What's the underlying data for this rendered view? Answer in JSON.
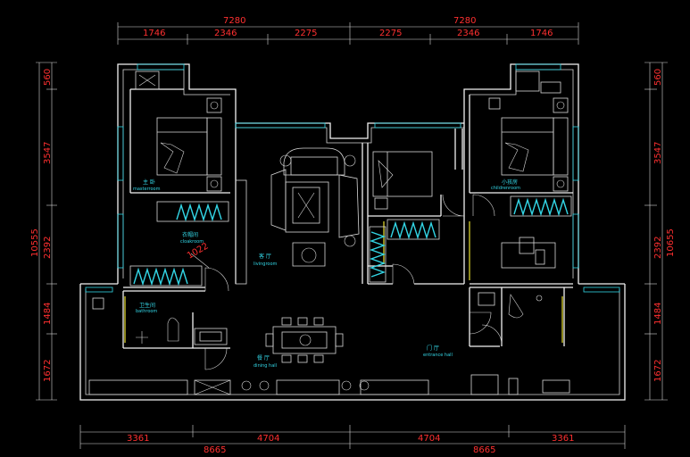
{
  "dimensions": {
    "top_total_left": "7280",
    "top_total_right": "7280",
    "top_segments": [
      "1746",
      "2346",
      "2275",
      "2275",
      "2346",
      "1746"
    ],
    "bottom_total_left": "8665",
    "bottom_total_right": "8665",
    "bottom_segments": [
      "3361",
      "4704",
      "4704",
      "3361"
    ],
    "left_total": "10555",
    "right_total": "10655",
    "left_segments": [
      "560",
      "3547",
      "2392",
      "1484",
      "1672"
    ],
    "right_segments": [
      "560",
      "3547",
      "2392",
      "1484",
      "1672"
    ],
    "door_width": "1022"
  },
  "rooms": {
    "master_cn": "主 卧",
    "master_en": "masterroom",
    "cloak_cn": "衣帽间",
    "cloak_en": "cloakroom",
    "bath_cn": "卫生间",
    "bath_en": "bathroom",
    "living_cn": "客 厅",
    "living_en": "livingroom",
    "dining_cn": "餐 厅",
    "dining_en": "dining hall",
    "child_cn": "小孩房",
    "child_en": "childrenroom",
    "entrance_cn": "门 厅",
    "entrance_en": "entrance hall"
  },
  "colors": {
    "background": "#000000",
    "walls": "#f2f2f2",
    "dimensions": "#ff3030",
    "wardrobe": "#33d6e6",
    "labels": "#33d6e6",
    "sliding_door": "#e8e030"
  }
}
